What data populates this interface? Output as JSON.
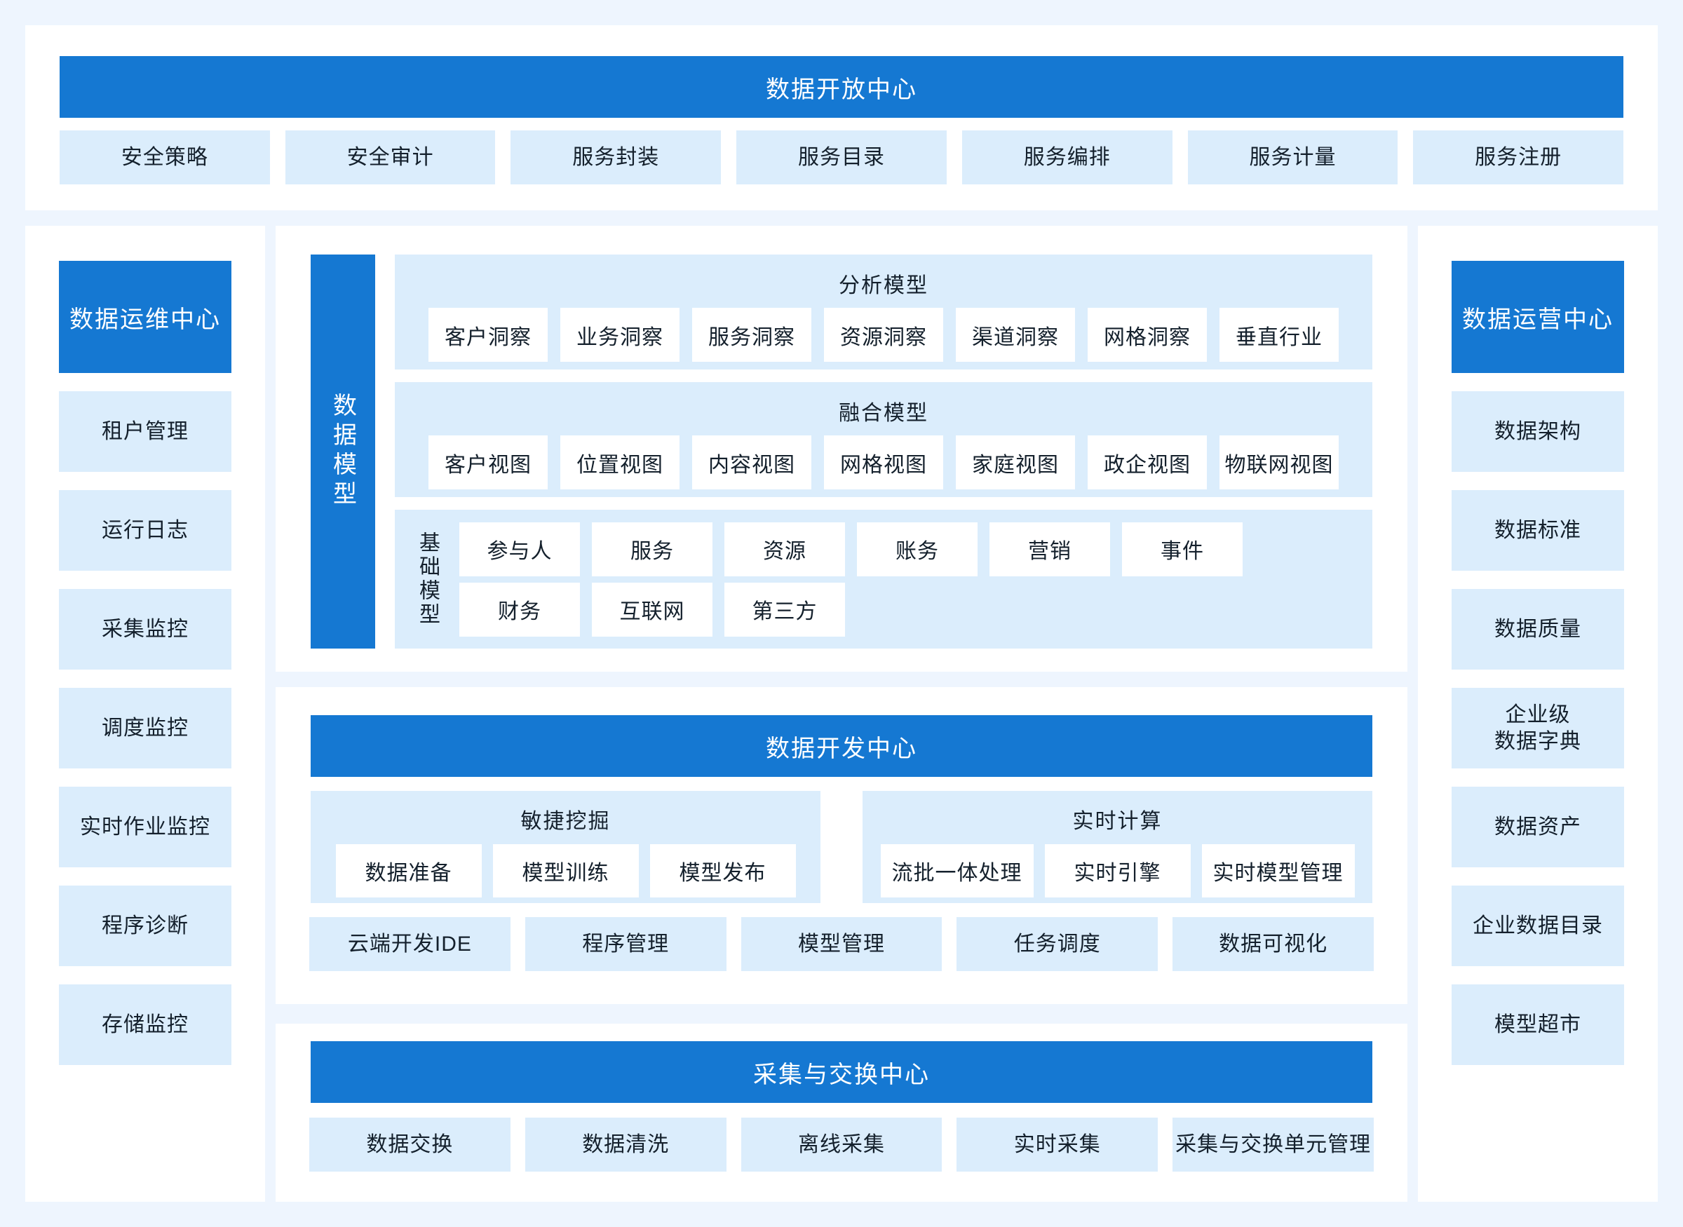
{
  "colors": {
    "primary": "#1578d2",
    "tile": "#dbedfc",
    "panel": "#ffffff",
    "page_bg": "#eef5fe",
    "text_dark": "#14202c"
  },
  "open_center": {
    "title": "数据开放中心",
    "items": [
      "安全策略",
      "安全审计",
      "服务封装",
      "服务目录",
      "服务编排",
      "服务计量",
      "服务注册"
    ]
  },
  "ops_center": {
    "title": "数据运维中心",
    "items": [
      "租户管理",
      "运行日志",
      "采集监控",
      "调度监控",
      "实时作业监控",
      "程序诊断",
      "存储监控"
    ]
  },
  "operation_center": {
    "title": "数据运营中心",
    "items": [
      "数据架构",
      "数据标准",
      "数据质量",
      "企业级\n数据字典",
      "数据资产",
      "企业数据目录",
      "模型超市"
    ]
  },
  "data_model": {
    "title": "数据模型",
    "analysis": {
      "title": "分析模型",
      "items": [
        "客户洞察",
        "业务洞察",
        "服务洞察",
        "资源洞察",
        "渠道洞察",
        "网格洞察",
        "垂直行业"
      ]
    },
    "fusion": {
      "title": "融合模型",
      "items": [
        "客户视图",
        "位置视图",
        "内容视图",
        "网格视图",
        "家庭视图",
        "政企视图",
        "物联网视图"
      ]
    },
    "base": {
      "title": "基础模型",
      "row1": [
        "参与人",
        "服务",
        "资源",
        "账务",
        "营销",
        "事件"
      ],
      "row2": [
        "财务",
        "互联网",
        "第三方"
      ]
    }
  },
  "dev_center": {
    "title": "数据开发中心",
    "agile": {
      "title": "敏捷挖掘",
      "items": [
        "数据准备",
        "模型训练",
        "模型发布"
      ]
    },
    "realtime": {
      "title": "实时计算",
      "items": [
        "流批一体处理",
        "实时引擎",
        "实时模型管理"
      ]
    },
    "tools": [
      "云端开发IDE",
      "程序管理",
      "模型管理",
      "任务调度",
      "数据可视化"
    ]
  },
  "collect_center": {
    "title": "采集与交换中心",
    "items": [
      "数据交换",
      "数据清洗",
      "离线采集",
      "实时采集",
      "采集与交换单元管理"
    ]
  }
}
